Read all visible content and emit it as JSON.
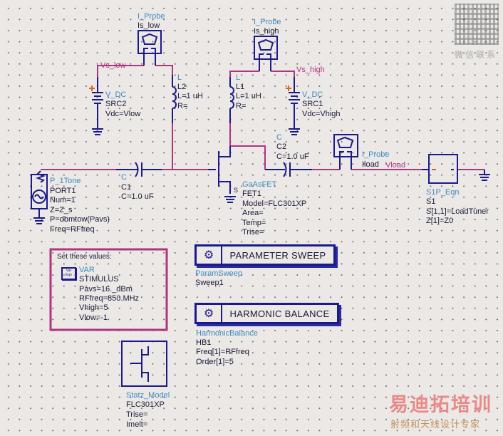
{
  "colors": {
    "wire": "#b03580",
    "component": "#1a1a8a",
    "label": "#3c8cc4",
    "background": "#ebe8e5"
  },
  "probe_low": {
    "type": "I_Probe",
    "name": "Is_low"
  },
  "probe_high": {
    "type": "I_Probe",
    "name": "Is_high"
  },
  "probe_load": {
    "type": "I_Probe",
    "name": "Iload"
  },
  "nets": {
    "vs_low": "Vs_low",
    "vs_high": "Vs_high",
    "vload": "Vload"
  },
  "src2": {
    "type": "V_DC",
    "name": "SRC2",
    "params": [
      "Vdc=Vlow"
    ]
  },
  "src1": {
    "type": "V_DC",
    "name": "SRC1",
    "params": [
      "Vdc=Vhigh"
    ]
  },
  "l2": {
    "type": "L",
    "name": "L2",
    "params": [
      "L=1 uH",
      "R="
    ]
  },
  "l1": {
    "type": "L",
    "name": "L1",
    "params": [
      "L=1 uH",
      "R="
    ]
  },
  "port1": {
    "type": "P_1Tone",
    "name": "PORT1",
    "params": [
      "Num=1",
      "Z=Z_s",
      "P=dbmtow(Pavs)",
      "Freq=RFfreq"
    ]
  },
  "c1": {
    "type": "C",
    "name": "C1",
    "params": [
      "C=1.0 uF"
    ]
  },
  "c2": {
    "type": "C",
    "name": "C2",
    "params": [
      "C=1.0 uF"
    ]
  },
  "fet": {
    "type": "GaAsFET",
    "name": "FET1",
    "pin": "S",
    "params": [
      "Model=FLC301XP",
      "Area=",
      "Temp=",
      "Trise="
    ]
  },
  "s1p": {
    "type": "S1P_Eqn",
    "name": "S1",
    "params": [
      "S[1,1]=LoadTuner",
      "Z[1]=Z0"
    ]
  },
  "var": {
    "note": "Set these values:",
    "icon_text": "Var Eqn",
    "type": "VAR",
    "name": "STIMULUS",
    "params": [
      "Pavs=16._dBm",
      "RFfreq=850.MHz",
      "Vhigh=5",
      "Vlow=-1"
    ]
  },
  "statz": {
    "type": "Statz_Model",
    "name": "FLC301XP",
    "params": [
      "Trise=",
      "Imelt="
    ]
  },
  "sweep": {
    "label": "PARAMETER SWEEP",
    "type": "ParamSweep",
    "name": "Sweep1"
  },
  "hb": {
    "label": "HARMONIC BALANCE",
    "type": "HarmonicBalance",
    "name": "HB1",
    "params": [
      "Freq[1]=RFfreq",
      "Order[1]=5"
    ]
  },
  "watermark": {
    "qr_caption": "微信联系",
    "brand": "易迪拓培训",
    "slogan": "射频和天线设计专家"
  }
}
